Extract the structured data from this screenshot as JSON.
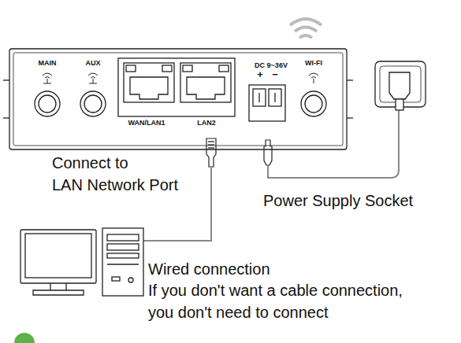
{
  "diagram": {
    "labels": [
      "MAIN",
      "AUX",
      "WAN/LAN1",
      "LAN2",
      "DC 9~36V",
      "+",
      "−",
      "WI-FI",
      "Connect to",
      "LAN Network Port",
      "Power Supply Socket",
      "Wired connection",
      "If you don't want a cable connection,",
      "you don't need to connect"
    ]
  }
}
